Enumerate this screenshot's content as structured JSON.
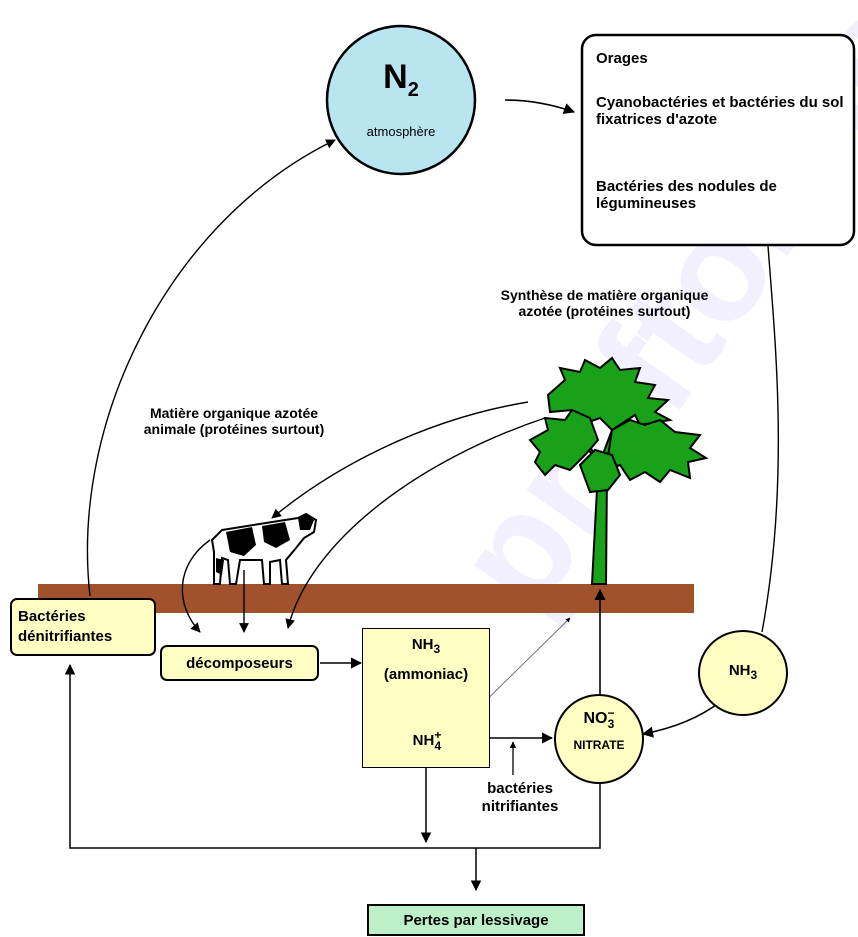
{
  "watermark": "proftor.net @",
  "atmosphere": {
    "symbol": "N",
    "subscript": "2",
    "label": "atmosphère"
  },
  "fixation_box": {
    "lines": [
      "Orages",
      "Cyanobactéries et bactéries du sol fixatrices d'azote",
      "Bactéries des nodules de légumineuses"
    ]
  },
  "plant_label": "Synthèse de matière organique azotée (protéines surtout)",
  "animal_label": "Matière organique azotée animale (protéines surtout)",
  "denitrifiers": "Bactéries dénitrifiantes",
  "decomposers": "décomposeurs",
  "ammonia_box": {
    "nh3": "NH",
    "nh3_sub": "3",
    "name": "(ammoniac)",
    "nh4": "NH",
    "nh4_sub": "4",
    "nh4_sup": "+"
  },
  "nitrate": {
    "formula": "NO",
    "sub": "3",
    "sup": "−",
    "name": "NITRATE"
  },
  "nh3_circle": {
    "formula": "NH",
    "sub": "3"
  },
  "nitrifiers": "bactéries nitrifiantes",
  "leaching": "Pertes par lessivage",
  "colors": {
    "atmosphere_fill": "#b9e5f1",
    "yellow": "#ffffc4",
    "soil": "#a0522d",
    "tree": "#1aa11a",
    "leaching_fill": "#bdf0c9"
  }
}
